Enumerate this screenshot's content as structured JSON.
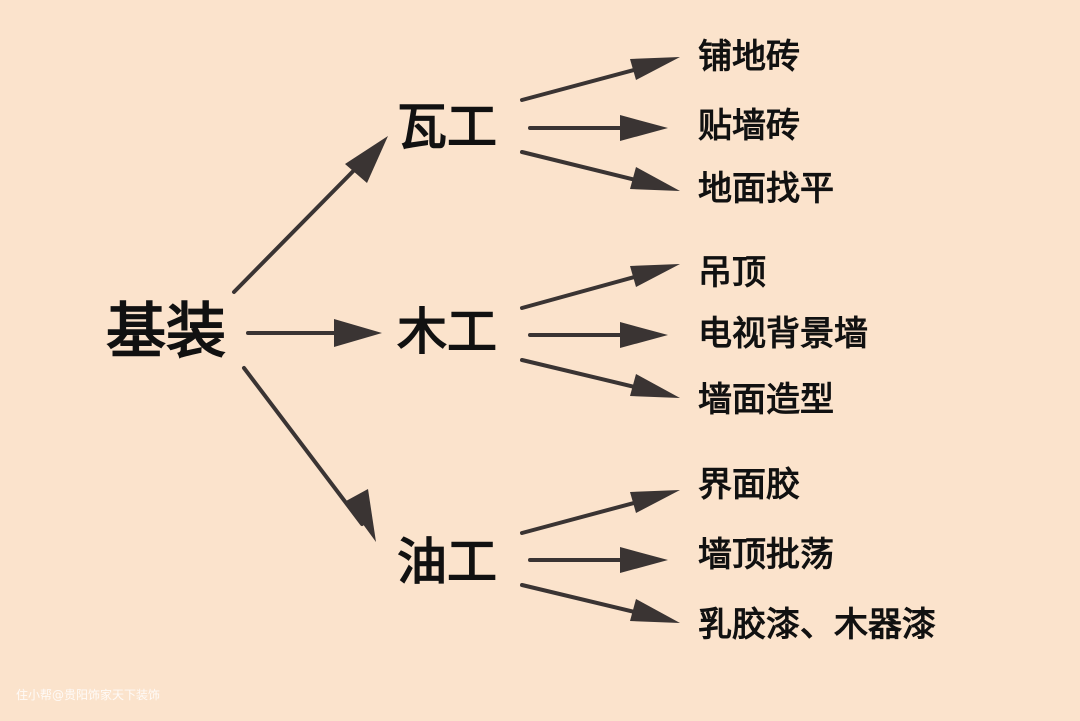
{
  "diagram": {
    "root": {
      "label": "基装"
    },
    "branches": [
      {
        "label": "瓦工",
        "children": [
          {
            "label": "铺地砖"
          },
          {
            "label": "贴墙砖"
          },
          {
            "label": "地面找平"
          }
        ]
      },
      {
        "label": "木工",
        "children": [
          {
            "label": "吊顶"
          },
          {
            "label": "电视背景墙"
          },
          {
            "label": "墙面造型"
          }
        ]
      },
      {
        "label": "油工",
        "children": [
          {
            "label": "界面胶"
          },
          {
            "label": "墙顶批荡"
          },
          {
            "label": "乳胶漆、木器漆"
          }
        ]
      }
    ],
    "colors": {
      "background": "#fbe3cc",
      "text": "#111111",
      "arrow": "#3a3433"
    }
  },
  "watermark": "住小帮@贵阳饰家天下装饰"
}
